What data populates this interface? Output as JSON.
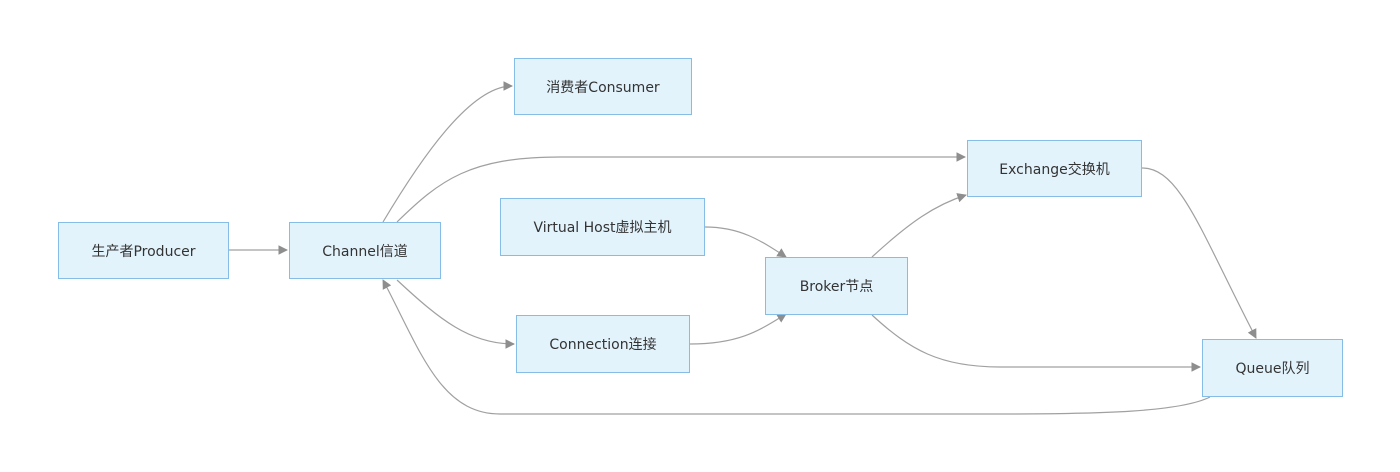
{
  "diagram": {
    "type": "flowchart",
    "nodes": [
      {
        "id": "producer",
        "label": "生产者Producer"
      },
      {
        "id": "channel",
        "label": "Channel信道"
      },
      {
        "id": "consumer",
        "label": "消费者Consumer"
      },
      {
        "id": "vhost",
        "label": "Virtual Host虚拟主机"
      },
      {
        "id": "connection",
        "label": "Connection连接"
      },
      {
        "id": "broker",
        "label": "Broker节点"
      },
      {
        "id": "exchange",
        "label": "Exchange交换机"
      },
      {
        "id": "queue",
        "label": "Queue队列"
      }
    ],
    "edges": [
      {
        "from": "producer",
        "to": "channel"
      },
      {
        "from": "channel",
        "to": "consumer"
      },
      {
        "from": "channel",
        "to": "exchange"
      },
      {
        "from": "channel",
        "to": "connection"
      },
      {
        "from": "vhost",
        "to": "broker"
      },
      {
        "from": "connection",
        "to": "broker"
      },
      {
        "from": "broker",
        "to": "exchange"
      },
      {
        "from": "broker",
        "to": "queue"
      },
      {
        "from": "exchange",
        "to": "queue"
      },
      {
        "from": "queue",
        "to": "channel"
      }
    ],
    "colors": {
      "node_fill": "#e3f3fc",
      "node_border": "#86bde6",
      "edge": "#a0a0a0",
      "text": "#333333"
    }
  }
}
